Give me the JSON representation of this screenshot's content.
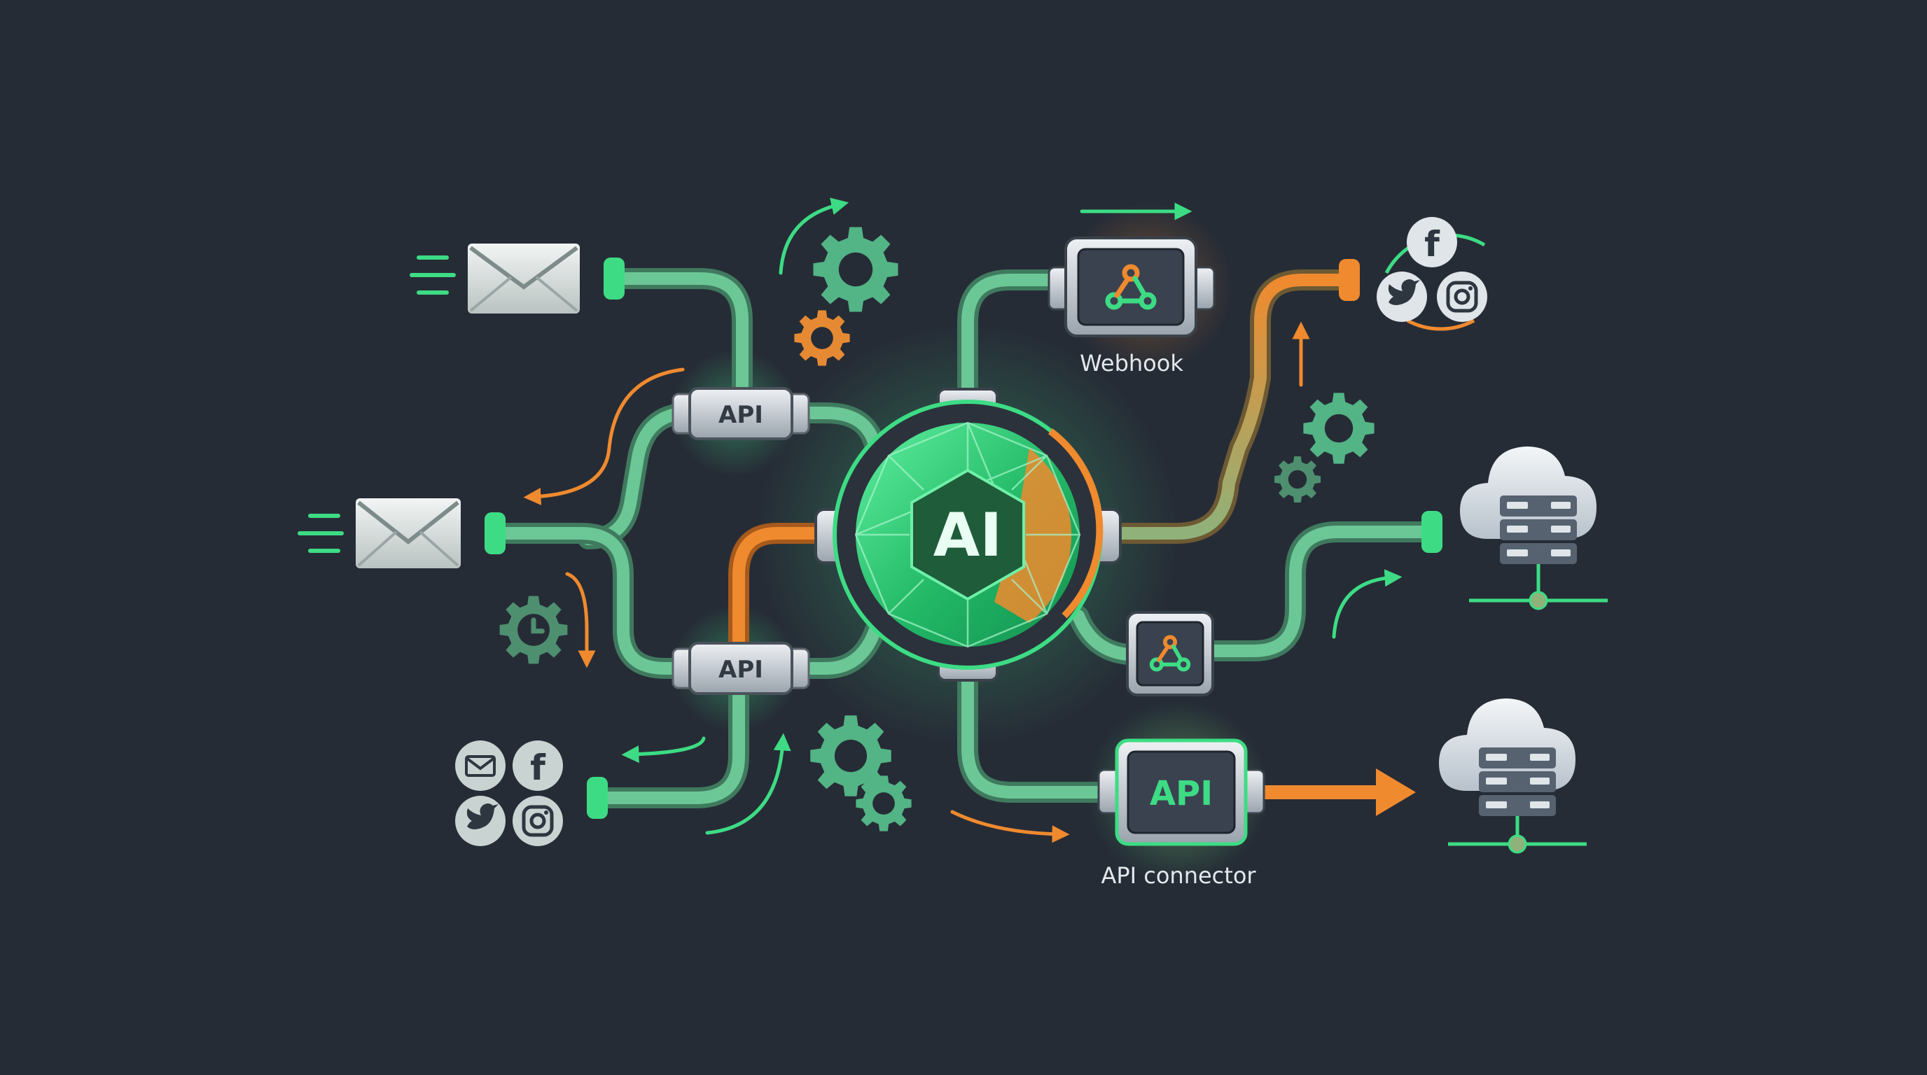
{
  "hub": {
    "label": "AI"
  },
  "connectors": {
    "api_upper": "API",
    "api_lower": "API",
    "api_connector": "API"
  },
  "captions": {
    "webhook": "Webhook",
    "api_connector": "API connector"
  },
  "social": {
    "facebook_glyph": "f"
  },
  "colors": {
    "background": "#262c36",
    "pipe_green": "#5fb88a",
    "accent_green": "#3ddc84",
    "accent_orange": "#f08a2e",
    "panel": "#3a4250",
    "badge": "#c5ccd3"
  }
}
